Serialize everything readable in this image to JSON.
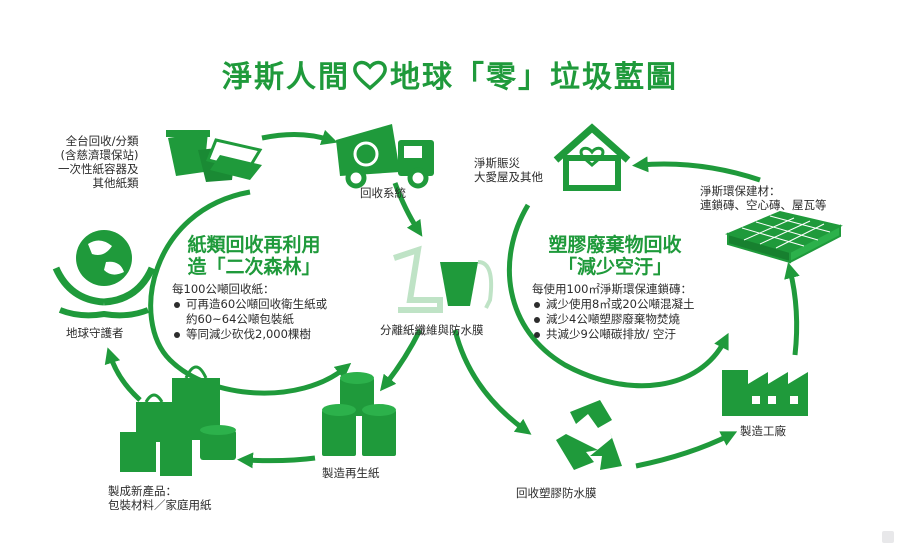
{
  "title": {
    "part1": "淨斯人間",
    "part2": "地球「零」垃圾藍圖"
  },
  "colors": {
    "green": "#1f9a3b",
    "text": "#2c2c2c"
  },
  "nodes": {
    "recycle_sort": [
      "全台回收/分類",
      "(含慈濟環保站)",
      "一次性紙容器及",
      "其他紙類"
    ],
    "recycle_system": "回收系統",
    "separate": "分離紙纖維與防水膜",
    "recycled_paper": "製造再生紙",
    "new_products": [
      "製成新產品：",
      "包裝材料／家庭用紙"
    ],
    "earth_guardian": "地球守護者",
    "relief": [
      "淨斯賑災",
      "大愛屋及其他"
    ],
    "building_materials": [
      "淨斯環保建材：",
      "連鎖磚、空心磚、屋瓦等"
    ],
    "factory": "製造工廠",
    "plastic_film": "回收塑膠防水膜"
  },
  "paper_cycle": {
    "heading1": "紙類回收再利用",
    "heading2": "造「二次森林」",
    "intro": "每100公噸回收紙：",
    "bullets": [
      "可再造60公噸回收衛生紙或",
      "約60~64公噸包裝紙",
      "等同減少砍伐2,000棵樹"
    ]
  },
  "plastic_cycle": {
    "heading1": "塑膠廢棄物回收",
    "heading2": "「減少空汙」",
    "intro": "每使用100㎡淨斯環保連鎖磚：",
    "bullets": [
      "減少使用8㎥或20公噸混凝土",
      "減少4公噸塑膠廢棄物焚燒",
      "共減少9公噸碳排放/ 空汙"
    ]
  },
  "icons": [
    "heart-icon",
    "paper-cups-icon",
    "recycle-truck-icon",
    "filter-icon",
    "paper-rolls-icon",
    "shopping-bags-icon",
    "earth-hands-icon",
    "house-heart-icon",
    "bricks-icon",
    "factory-icon",
    "recycle-arrows-icon"
  ]
}
